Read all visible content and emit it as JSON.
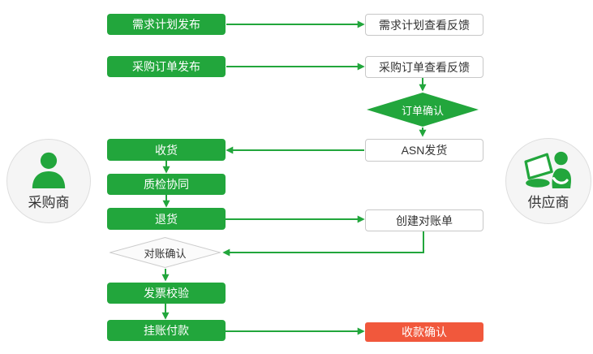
{
  "palette": {
    "green": "#22A63C",
    "red": "#F1583C",
    "box_bg": "#FFFFFF",
    "box_border": "#C8C8C8",
    "text_dark": "#333333",
    "diamond_gray_bg": "#FBFBFB",
    "diamond_gray_border": "#CCCCCC",
    "circle_bg": "#F5F5F5",
    "circle_border": "#DEDEDE"
  },
  "actors": {
    "buyer": {
      "label": "采购商"
    },
    "supplier": {
      "label": "供应商"
    }
  },
  "nodes": {
    "demand_plan_publish": {
      "label": "需求计划发布",
      "type": "process"
    },
    "demand_plan_feedback": {
      "label": "需求计划查看反馈",
      "type": "document"
    },
    "po_publish": {
      "label": "采购订单发布",
      "type": "process"
    },
    "po_feedback": {
      "label": "采购订单查看反馈",
      "type": "document"
    },
    "order_confirm": {
      "label": "订单确认",
      "type": "decision"
    },
    "asn_ship": {
      "label": "ASN发货",
      "type": "document"
    },
    "receive": {
      "label": "收货",
      "type": "process"
    },
    "quality_collab": {
      "label": "质检协同",
      "type": "process"
    },
    "return_goods": {
      "label": "退货",
      "type": "process"
    },
    "create_statement": {
      "label": "创建对账单",
      "type": "document"
    },
    "statement_confirm": {
      "label": "对账确认",
      "type": "decision"
    },
    "invoice_verify": {
      "label": "发票校验",
      "type": "process"
    },
    "payment_on_account": {
      "label": "挂账付款",
      "type": "process"
    },
    "receipt_confirm": {
      "label": "收款确认",
      "type": "highlight"
    }
  },
  "edges": [
    {
      "from": "需求计划发布",
      "to": "需求计划查看反馈"
    },
    {
      "from": "采购订单发布",
      "to": "采购订单查看反馈"
    },
    {
      "from": "采购订单查看反馈",
      "to": "订单确认"
    },
    {
      "from": "订单确认",
      "to": "ASN发货"
    },
    {
      "from": "ASN发货",
      "to": "收货"
    },
    {
      "from": "收货",
      "to": "质检协同"
    },
    {
      "from": "质检协同",
      "to": "退货"
    },
    {
      "from": "退货",
      "to": "创建对账单"
    },
    {
      "from": "创建对账单",
      "to": "对账确认"
    },
    {
      "from": "对账确认",
      "to": "发票校验"
    },
    {
      "from": "发票校验",
      "to": "挂账付款"
    },
    {
      "from": "挂账付款",
      "to": "收款确认"
    }
  ]
}
